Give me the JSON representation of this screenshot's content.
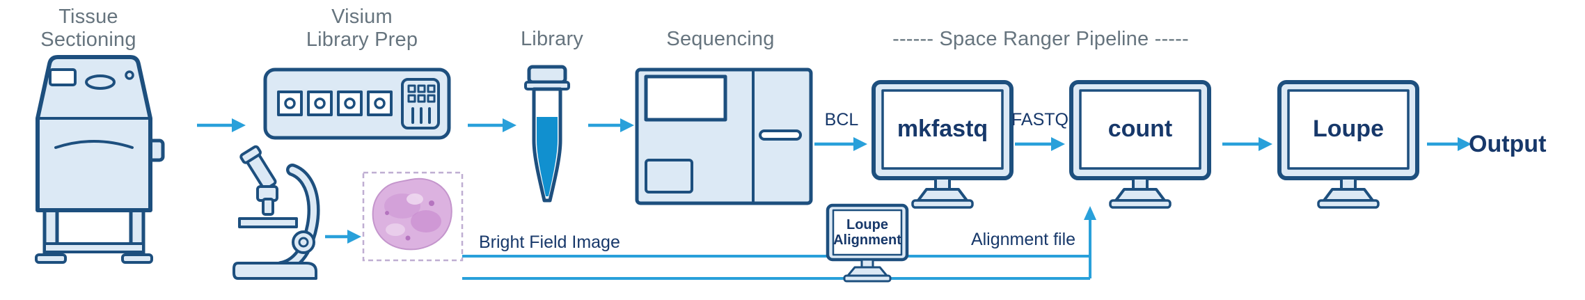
{
  "stages": [
    {
      "label": "Tissue\nSectioning"
    },
    {
      "label": "Visium\nLibrary Prep"
    },
    {
      "label": "Library"
    },
    {
      "label": "Sequencing"
    }
  ],
  "pipeline": {
    "header": "------ Space Ranger Pipeline -----",
    "edge_labels": {
      "bcl": "BCL",
      "fastq": "FASTQ"
    },
    "nodes": [
      {
        "label": "mkfastq"
      },
      {
        "label": "count"
      },
      {
        "label": "Loupe"
      }
    ],
    "output_label": "Output"
  },
  "image_branch": {
    "bright_field_label": "Bright Field Image",
    "alignment_file_label": "Alignment file",
    "loupe_alignment_label": "Loupe\nAlignment"
  },
  "colors": {
    "outline": "#1d4f7e",
    "fill": "#dce9f5",
    "arrow": "#29a0da",
    "header_text": "#66747e",
    "text_navy": "#17386a",
    "liquid": "#1190cf",
    "tissue": "#dcb2e0"
  }
}
